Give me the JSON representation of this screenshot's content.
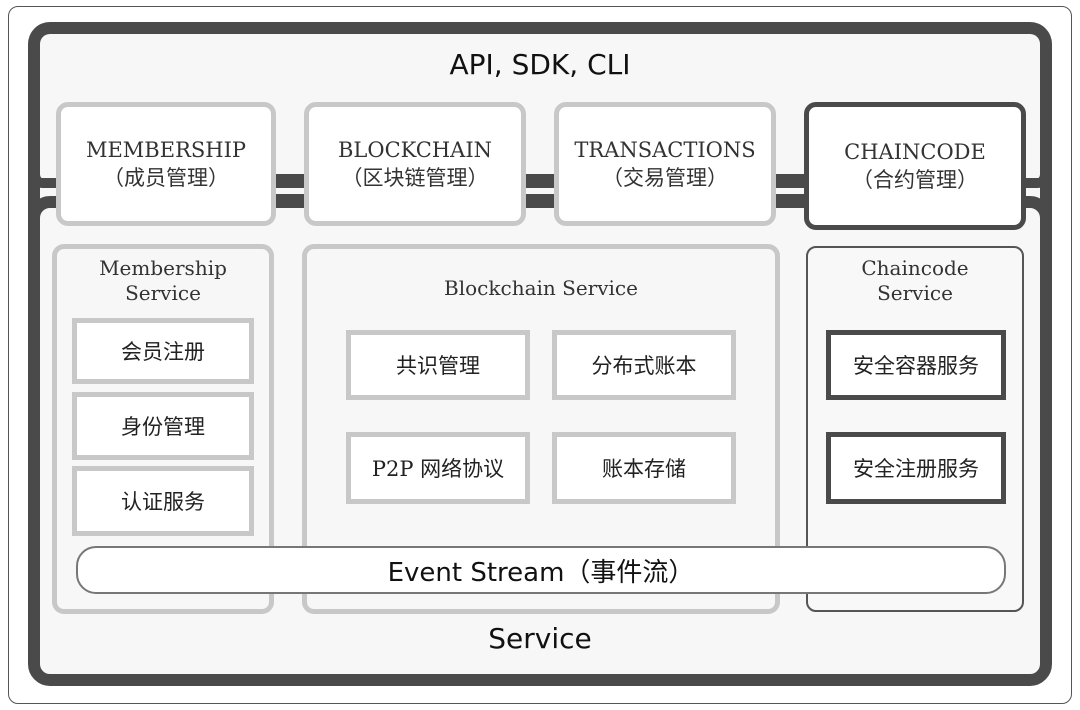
{
  "api_layer": {
    "title": "API, SDK, CLI"
  },
  "modules": [
    {
      "name": "MEMBERSHIP",
      "sub": "（成员管理）"
    },
    {
      "name": "BLOCKCHAIN",
      "sub": "（区块链管理）"
    },
    {
      "name": "TRANSACTIONS",
      "sub": "（交易管理）"
    },
    {
      "name": "CHAINCODE",
      "sub": "（合约管理）"
    }
  ],
  "services": {
    "membership": {
      "title_line1": "Membership",
      "title_line2": "Service",
      "items": [
        "会员注册",
        "身份管理",
        "认证服务"
      ]
    },
    "blockchain": {
      "title": "Blockchain Service",
      "items": [
        "共识管理",
        "分布式账本",
        "P2P 网络协议",
        "账本存储"
      ]
    },
    "chaincode": {
      "title_line1": "Chaincode",
      "title_line2": "Service",
      "items": [
        "安全容器服务",
        "安全注册服务"
      ]
    }
  },
  "event_stream": {
    "label": "Event Stream（事件流）"
  },
  "service_layer": {
    "title": "Service"
  }
}
